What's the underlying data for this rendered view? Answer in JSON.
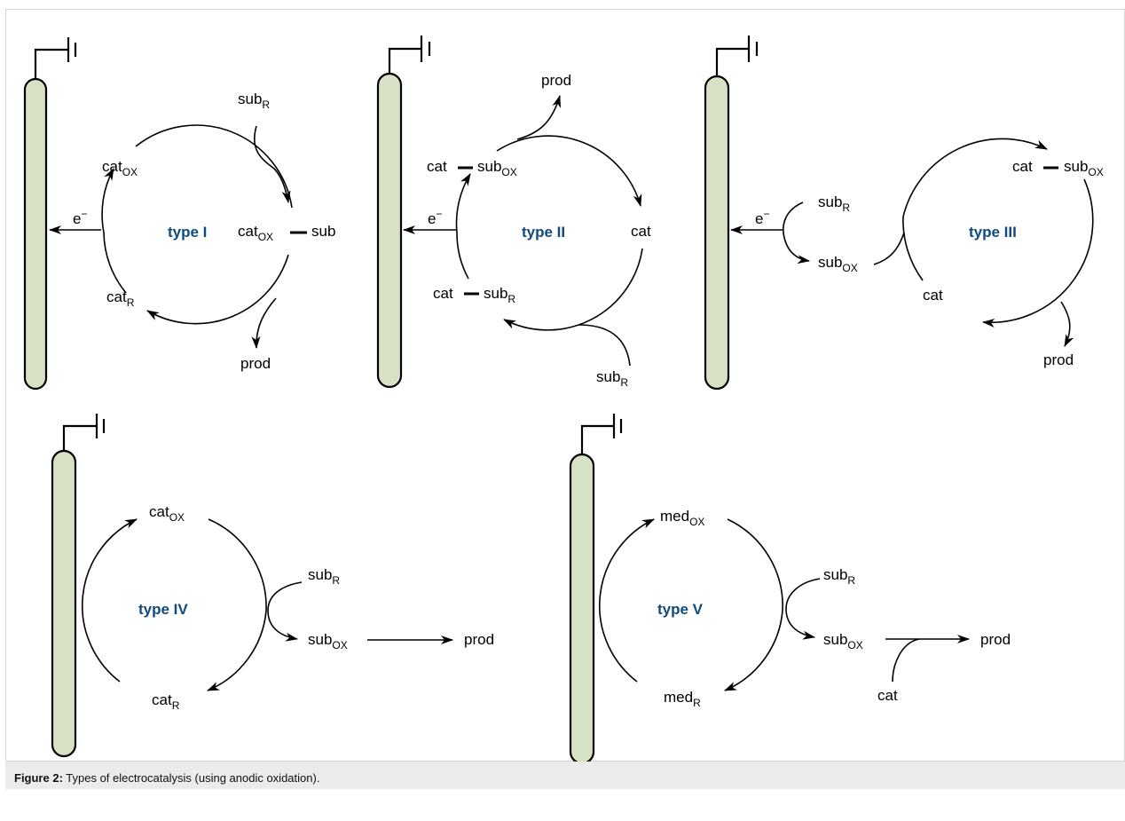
{
  "caption": {
    "label": "Figure 2:",
    "text": " Types of electrocatalysis (using anodic oxidation)."
  },
  "colors": {
    "electrode_fill": "#d7e1c5",
    "title_color": "#0e4a7f",
    "caption_background": "#ebebeb"
  },
  "labels": {
    "electron": "e",
    "minus": "−",
    "cat": "cat",
    "sub": "sub",
    "prod": "prod",
    "med": "med",
    "OX": "OX",
    "R": "R"
  },
  "panels": {
    "type1": {
      "title": "type I"
    },
    "type2": {
      "title": "type II"
    },
    "type3": {
      "title": "type III"
    },
    "type4": {
      "title": "type IV"
    },
    "type5": {
      "title": "type V"
    }
  }
}
